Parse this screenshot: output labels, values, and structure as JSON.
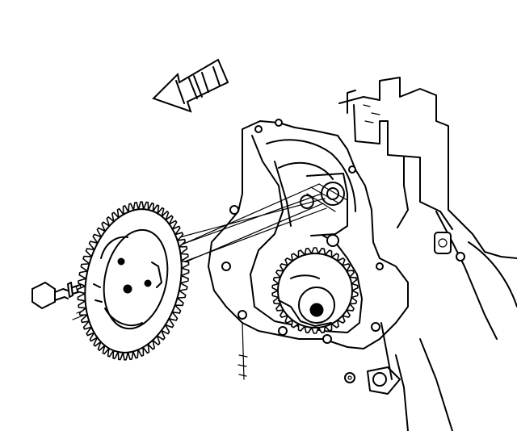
{
  "diagram": {
    "type": "technical-illustration",
    "subject_icons": [
      "direction-arrow-icon",
      "gear-icon",
      "bolt-icon",
      "engine-block-icon",
      "timing-cover-icon"
    ],
    "colors": {
      "ink": "#000000",
      "paper": "#ffffff"
    },
    "gear": {
      "teeth_count": 60
    },
    "drive_gear": {
      "teeth_count": 34
    }
  }
}
